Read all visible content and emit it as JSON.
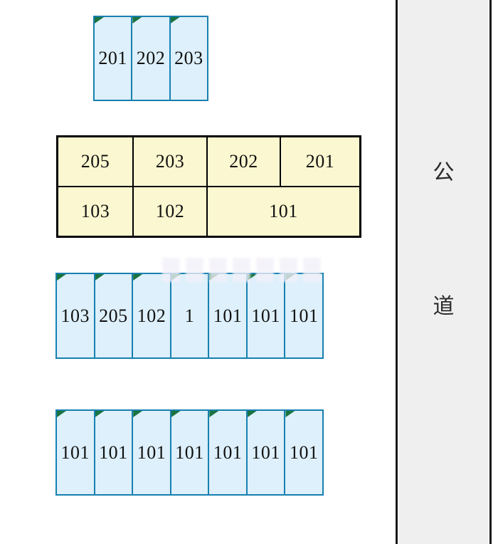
{
  "diagram": {
    "upper_parking": {
      "cells": [
        "201",
        "202",
        "203"
      ]
    },
    "building": {
      "row1": [
        "205",
        "203",
        "202",
        "201"
      ],
      "row2": [
        "103",
        "102",
        "101"
      ]
    },
    "middle_parking": {
      "cells": [
        "103",
        "205",
        "102",
        "1",
        "101",
        "101",
        "101"
      ]
    },
    "lower_parking": {
      "cells": [
        "101",
        "101",
        "101",
        "101",
        "101",
        "101",
        "101"
      ]
    },
    "road": {
      "top_char": "公",
      "bottom_char": "道"
    }
  },
  "colors": {
    "cell_border": "#1780b0",
    "cell_fill": "#ddf0fb",
    "corner_fold": "#1b7340",
    "building_fill": "#fbf7d0",
    "building_border": "#000000",
    "road_fill": "#efeff0",
    "road_border": "#1a1a1a",
    "text": "#111111"
  }
}
